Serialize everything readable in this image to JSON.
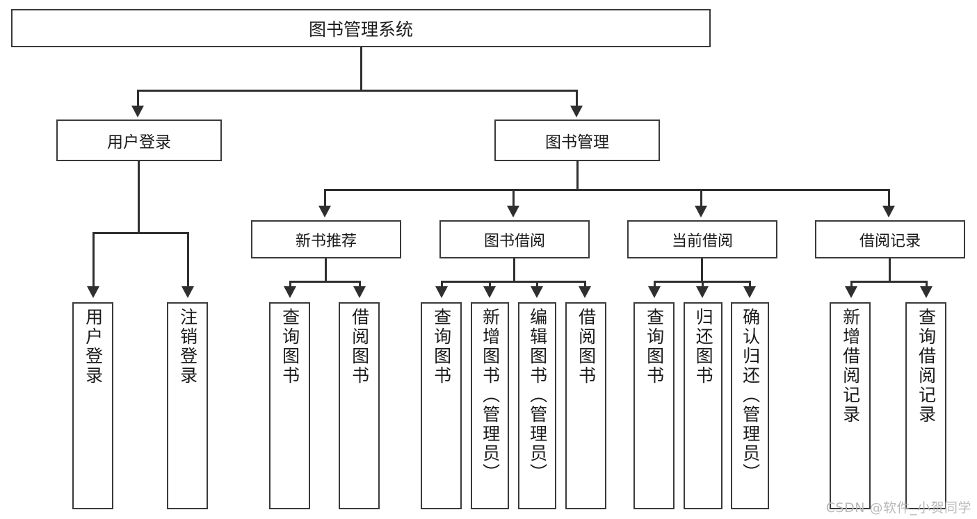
{
  "diagram": {
    "title": "图书管理系统",
    "type": "tree",
    "root": {
      "label": "图书管理系统"
    },
    "level2": [
      {
        "id": "user-login",
        "label": "用户登录"
      },
      {
        "id": "book-management",
        "label": "图书管理"
      }
    ],
    "level3": [
      {
        "id": "new-book-recommend",
        "label": "新书推荐",
        "parent": "book-management"
      },
      {
        "id": "book-borrow",
        "label": "图书借阅",
        "parent": "book-management"
      },
      {
        "id": "current-borrow",
        "label": "当前借阅",
        "parent": "book-management"
      },
      {
        "id": "borrow-record",
        "label": "借阅记录",
        "parent": "book-management"
      }
    ],
    "leaves": [
      {
        "id": "leaf-user-login",
        "label": "用户登录",
        "parent": "user-login"
      },
      {
        "id": "leaf-logout-login",
        "label": "注销登录",
        "parent": "user-login"
      },
      {
        "id": "leaf-query-book-1",
        "label": "查询图书",
        "parent": "new-book-recommend"
      },
      {
        "id": "leaf-borrow-book-1",
        "label": "借阅图书",
        "parent": "new-book-recommend"
      },
      {
        "id": "leaf-query-book-2",
        "label": "查询图书",
        "parent": "book-borrow"
      },
      {
        "id": "leaf-add-book-admin",
        "label": "新增图书（管理员）",
        "parent": "book-borrow"
      },
      {
        "id": "leaf-edit-book-admin",
        "label": "编辑图书（管理员）",
        "parent": "book-borrow"
      },
      {
        "id": "leaf-borrow-book-2",
        "label": "借阅图书",
        "parent": "book-borrow"
      },
      {
        "id": "leaf-query-book-3",
        "label": "查询图书",
        "parent": "current-borrow"
      },
      {
        "id": "leaf-return-book",
        "label": "归还图书",
        "parent": "current-borrow"
      },
      {
        "id": "leaf-confirm-return-admin",
        "label": "确认归还（管理员）",
        "parent": "current-borrow"
      },
      {
        "id": "leaf-add-borrow-record",
        "label": "新增借阅记录",
        "parent": "borrow-record"
      },
      {
        "id": "leaf-query-borrow-record",
        "label": "查询借阅记录",
        "parent": "borrow-record"
      }
    ],
    "colors": {
      "box_border": "#3a3a3a",
      "connector": "#2f2f2f",
      "text": "#1b1b1b",
      "background": "#ffffff",
      "watermark": "#b9b9b9"
    }
  },
  "watermark": {
    "text": "CSDN @软件_小贺同学"
  }
}
